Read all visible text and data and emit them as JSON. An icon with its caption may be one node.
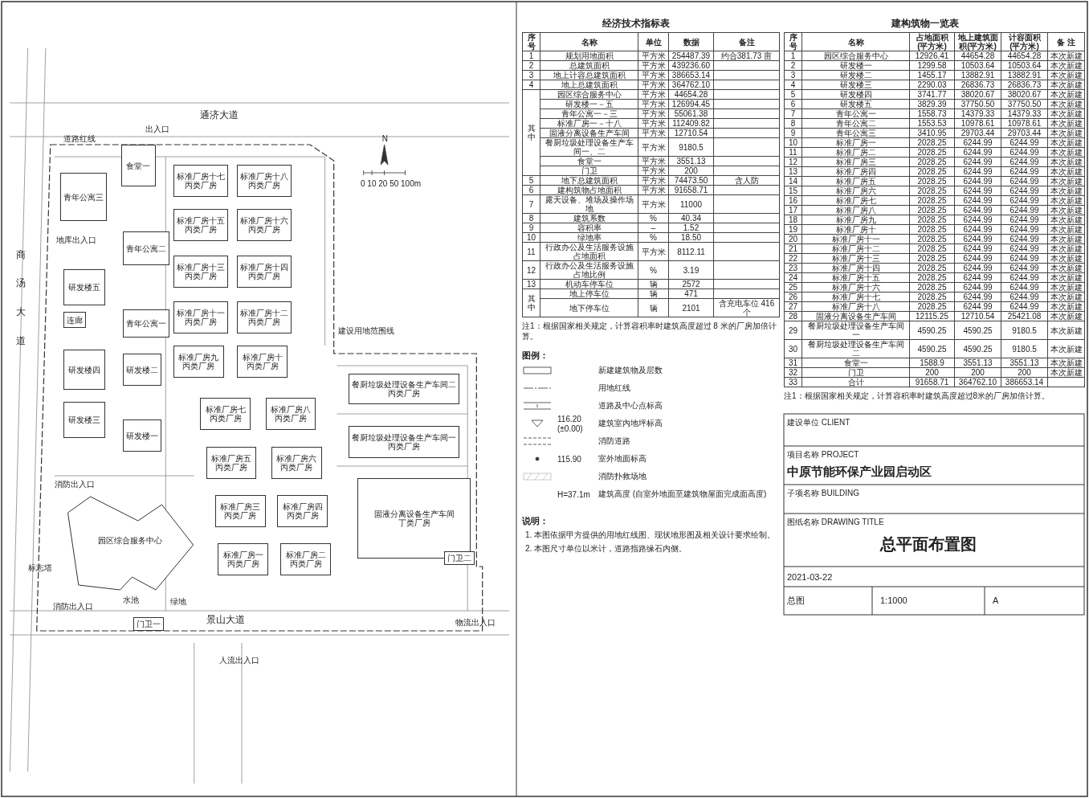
{
  "diagram": {
    "nodes": [
      {
        "text": [
          "食堂一"
        ]
      },
      {
        "text": [
          "青年公寓三"
        ]
      },
      {
        "text": [
          "青年公寓二"
        ]
      },
      {
        "text": [
          "研发楼五"
        ]
      },
      {
        "text": [
          "连廊"
        ]
      },
      {
        "text": [
          "青年公寓一"
        ]
      },
      {
        "text": [
          "研发楼四"
        ]
      },
      {
        "text": [
          "研发楼二"
        ]
      },
      {
        "text": [
          "研发楼三"
        ]
      },
      {
        "text": [
          "研发楼一"
        ]
      },
      {
        "text": [
          "标准厂房十七",
          "丙类厂房"
        ]
      },
      {
        "text": [
          "标准厂房十八",
          "丙类厂房"
        ]
      },
      {
        "text": [
          "标准厂房十五",
          "丙类厂房"
        ]
      },
      {
        "text": [
          "标准厂房十六",
          "丙类厂房"
        ]
      },
      {
        "text": [
          "标准厂房十三",
          "丙类厂房"
        ]
      },
      {
        "text": [
          "标准厂房十四",
          "丙类厂房"
        ]
      },
      {
        "text": [
          "标准厂房十一",
          "丙类厂房"
        ]
      },
      {
        "text": [
          "标准厂房十二",
          "丙类厂房"
        ]
      },
      {
        "text": [
          "标准厂房九",
          "丙类厂房"
        ]
      },
      {
        "text": [
          "标准厂房十",
          "丙类厂房"
        ]
      },
      {
        "text": [
          "标准厂房七",
          "丙类厂房"
        ]
      },
      {
        "text": [
          "标准厂房八",
          "丙类厂房"
        ]
      },
      {
        "text": [
          "标准厂房五",
          "丙类厂房"
        ]
      },
      {
        "text": [
          "标准厂房六",
          "丙类厂房"
        ]
      },
      {
        "text": [
          "标准厂房三",
          "丙类厂房"
        ]
      },
      {
        "text": [
          "标准厂房四",
          "丙类厂房"
        ]
      },
      {
        "text": [
          "标准厂房一",
          "丙类厂房"
        ]
      },
      {
        "text": [
          "标准厂房二",
          "丙类厂房"
        ]
      },
      {
        "text": [
          "餐厨垃圾处理设备生产车间二",
          "丙类厂房"
        ]
      },
      {
        "text": [
          "餐厨垃圾处理设备生产车间一",
          "丙类厂房"
        ]
      },
      {
        "text": [
          "固液分离设备生产车间",
          "丁类厂房"
        ]
      },
      {
        "text": [
          "园区综合服务中心"
        ]
      },
      {
        "text": [
          "门卫一"
        ]
      },
      {
        "text": [
          "门卫二"
        ]
      }
    ],
    "labels": [
      "通济大道",
      "出入口",
      "道路红线",
      "商汤大道",
      "地库出入口",
      "消防出入口",
      "建设用地范围线",
      "消防出入口",
      "水池",
      "绿地",
      "标志塔",
      "景山大道",
      "人流出入口",
      "物流出入口",
      "N",
      "0 10 20 50 100m",
      "经济技术指标表",
      "序号",
      "名称",
      "单位",
      "数据",
      "备注",
      "1",
      "规划用地面积",
      "平方米",
      "254487.39",
      "约合381.73 亩",
      "2",
      "总建筑面积",
      "平方米",
      "439236.60",
      "3",
      "地上计容总建筑面积",
      "平方米",
      "386653.14",
      "4",
      "地上总建筑面积",
      "平方米",
      "364762.10",
      "其中",
      "园区综合服务中心",
      "平方米",
      "44654.28",
      "研发楼一－五",
      "平方米",
      "126994.45",
      "青年公寓一－三",
      "平方米",
      "55061.38",
      "标准厂房一－十八",
      "平方米",
      "112409.82",
      "固液分离设备生产车间",
      "平方米",
      "12710.54",
      "餐厨垃圾处理设备生产车间一、二",
      "平方米",
      "9180.5",
      "食堂一",
      "平方米",
      "3551.13",
      "门卫",
      "平方米",
      "200",
      "5",
      "地下总建筑面积",
      "平方米",
      "74473.50",
      "含人防",
      "6",
      "建构筑物占地面积",
      "平方米",
      "91658.71",
      "7",
      "露天设备、堆场及操作场地",
      "平方米",
      "11000",
      "8",
      "建筑系数",
      "%",
      "40.34",
      "9",
      "容积率",
      "–",
      "1.52",
      "10",
      "绿地率",
      "%",
      "18.50",
      "11",
      "行政办公及生活服务设施占地面积",
      "平方米",
      "8112.11",
      "12",
      "行政办公及生活服务设施占地比例",
      "%",
      "3.19",
      "13",
      "机动车停车位",
      "辆",
      "2572",
      "其中",
      "地上停车位",
      "辆",
      "471",
      "地下停车位",
      "辆",
      "2101",
      "含充电车位 416 个",
      "注1：根据国家相关规定，计算容积率时建筑高度超过 8 米的厂房加倍计算。",
      "建构筑物一览表",
      "序号",
      "名称",
      "占地面积(平方米)",
      "地上建筑面积(平方米)",
      "计容面积(平方米)",
      "备 注",
      "1",
      "园区综合服务中心",
      "12926.41",
      "44654.28",
      "44654.28",
      "本次新建",
      "2",
      "研发楼一",
      "1299.58",
      "10503.64",
      "10503.64",
      "本次新建",
      "3",
      "研发楼二",
      "1455.17",
      "13882.91",
      "13882.91",
      "本次新建",
      "4",
      "研发楼三",
      "2290.03",
      "26836.73",
      "26836.73",
      "本次新建",
      "5",
      "研发楼四",
      "3741.77",
      "38020.67",
      "38020.67",
      "本次新建",
      "6",
      "研发楼五",
      "3829.39",
      "37750.50",
      "37750.50",
      "本次新建",
      "7",
      "青年公寓一",
      "1558.73",
      "14379.33",
      "14379.33",
      "本次新建",
      "8",
      "青年公寓二",
      "1553.53",
      "10978.61",
      "10978.61",
      "本次新建",
      "9",
      "青年公寓三",
      "3410.95",
      "29703.44",
      "29703.44",
      "本次新建",
      "10",
      "标准厂房一",
      "2028.25",
      "6244.99",
      "6244.99",
      "本次新建",
      "11",
      "标准厂房二",
      "2028.25",
      "6244.99",
      "6244.99",
      "本次新建",
      "12",
      "标准厂房三",
      "2028.25",
      "6244.99",
      "6244.99",
      "本次新建",
      "13",
      "标准厂房四",
      "2028.25",
      "6244.99",
      "6244.99",
      "本次新建",
      "14",
      "标准厂房五",
      "2028.25",
      "6244.99",
      "6244.99",
      "本次新建",
      "15",
      "标准厂房六",
      "2028.25",
      "6244.99",
      "6244.99",
      "本次新建",
      "16",
      "标准厂房七",
      "2028.25",
      "6244.99",
      "6244.99",
      "本次新建",
      "17",
      "标准厂房八",
      "2028.25",
      "6244.99",
      "6244.99",
      "本次新建",
      "18",
      "标准厂房九",
      "2028.25",
      "6244.99",
      "6244.99",
      "本次新建",
      "19",
      "标准厂房十",
      "2028.25",
      "6244.99",
      "6244.99",
      "本次新建",
      "20",
      "标准厂房十一",
      "2028.25",
      "6244.99",
      "6244.99",
      "本次新建",
      "21",
      "标准厂房十二",
      "2028.25",
      "6244.99",
      "6244.99",
      "本次新建",
      "22",
      "标准厂房十三",
      "2028.25",
      "6244.99",
      "6244.99",
      "本次新建",
      "23",
      "标准厂房十四",
      "2028.25",
      "6244.99",
      "6244.99",
      "本次新建",
      "24",
      "标准厂房十五",
      "2028.25",
      "6244.99",
      "6244.99",
      "本次新建",
      "25",
      "标准厂房十六",
      "2028.25",
      "6244.99",
      "6244.99",
      "本次新建",
      "26",
      "标准厂房十七",
      "2028.25",
      "6244.99",
      "6244.99",
      "本次新建",
      "27",
      "标准厂房十八",
      "2028.25",
      "6244.99",
      "6244.99",
      "本次新建",
      "28",
      "固液分离设备生产车间",
      "12115.25",
      "12710.54",
      "25421.08",
      "本次新建",
      "29",
      "餐厨垃圾处理设备生产车间一",
      "4590.25",
      "4590.25",
      "9180.5",
      "本次新建",
      "30",
      "餐厨垃圾处理设备生产车间二",
      "4590.25",
      "4590.25",
      "9180.5",
      "本次新建",
      "31",
      "食堂一",
      "1588.9",
      "3551.13",
      "3551.13",
      "本次新建",
      "32",
      "门卫",
      "200",
      "200",
      "200",
      "本次新建",
      "33",
      "合计",
      "91658.71",
      "364762.10",
      "386653.14",
      "注1：根据国家相关规定，计算容积率时建筑高度超过8米的厂房加倍计算。",
      "图例：",
      "116.20",
      "(±0.00)",
      "115.90",
      "H=37.1m",
      "说明：",
      "1. 本图依据甲方提供的用地红线图、现状地形图及相关设计要求绘制。",
      "2. 本图尺寸单位以米计，道路指路缘石内侧。",
      "建设单位 CLIENT",
      "项目名称 PROJECT",
      "中原节能环保产业园启动区",
      "子项名称 BUILDING",
      "图纸名称 DRAWING TITLE",
      "总平面布置图",
      "2021-03-22",
      "总图",
      "1:1000",
      "A"
    ],
    "legend": [
      {
        "text": "新建建筑物及层数"
      },
      {
        "text": "用地红线"
      },
      {
        "text": "道路及中心点标高"
      },
      {
        "text": "建筑室内地坪标高"
      },
      {
        "text": "消防道路"
      },
      {
        "text": "室外地面标高"
      },
      {
        "text": "消防扑救场地"
      },
      {
        "text": "建筑高度 (自室外地面至建筑物屋面完成面高度)"
      }
    ]
  }
}
